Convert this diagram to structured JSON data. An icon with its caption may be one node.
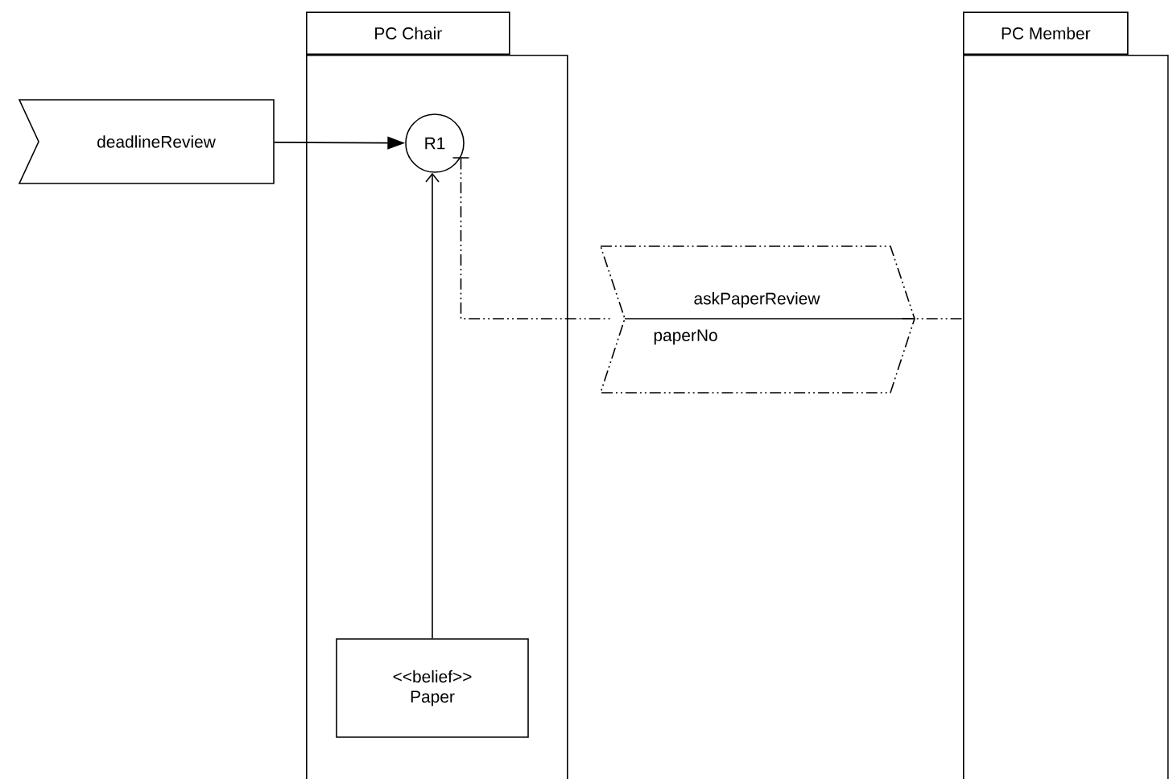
{
  "diagram": {
    "nodes": [
      {
        "text": [
          "PC Chair"
        ]
      },
      {
        "text": [
          "PC Member"
        ]
      },
      {
        "text": [
          "deadlineReview"
        ]
      },
      {
        "text": [
          "R1"
        ],
        "in": 0
      },
      {
        "text": [
          "<<belief>>",
          "Paper"
        ],
        "in": 0
      },
      {
        "text": [
          "askPaperReview",
          "paperNo"
        ]
      }
    ],
    "edges": [
      {
        "from": 2,
        "to": 3,
        "arrow": "to"
      },
      {
        "from": 4,
        "to": 3,
        "arrow": "to"
      },
      {
        "from": 3,
        "to": 5,
        "arrow": "other",
        "style": "dashed"
      },
      {
        "from": 5,
        "to": 1,
        "arrow": "none",
        "style": "dashed"
      }
    ]
  }
}
